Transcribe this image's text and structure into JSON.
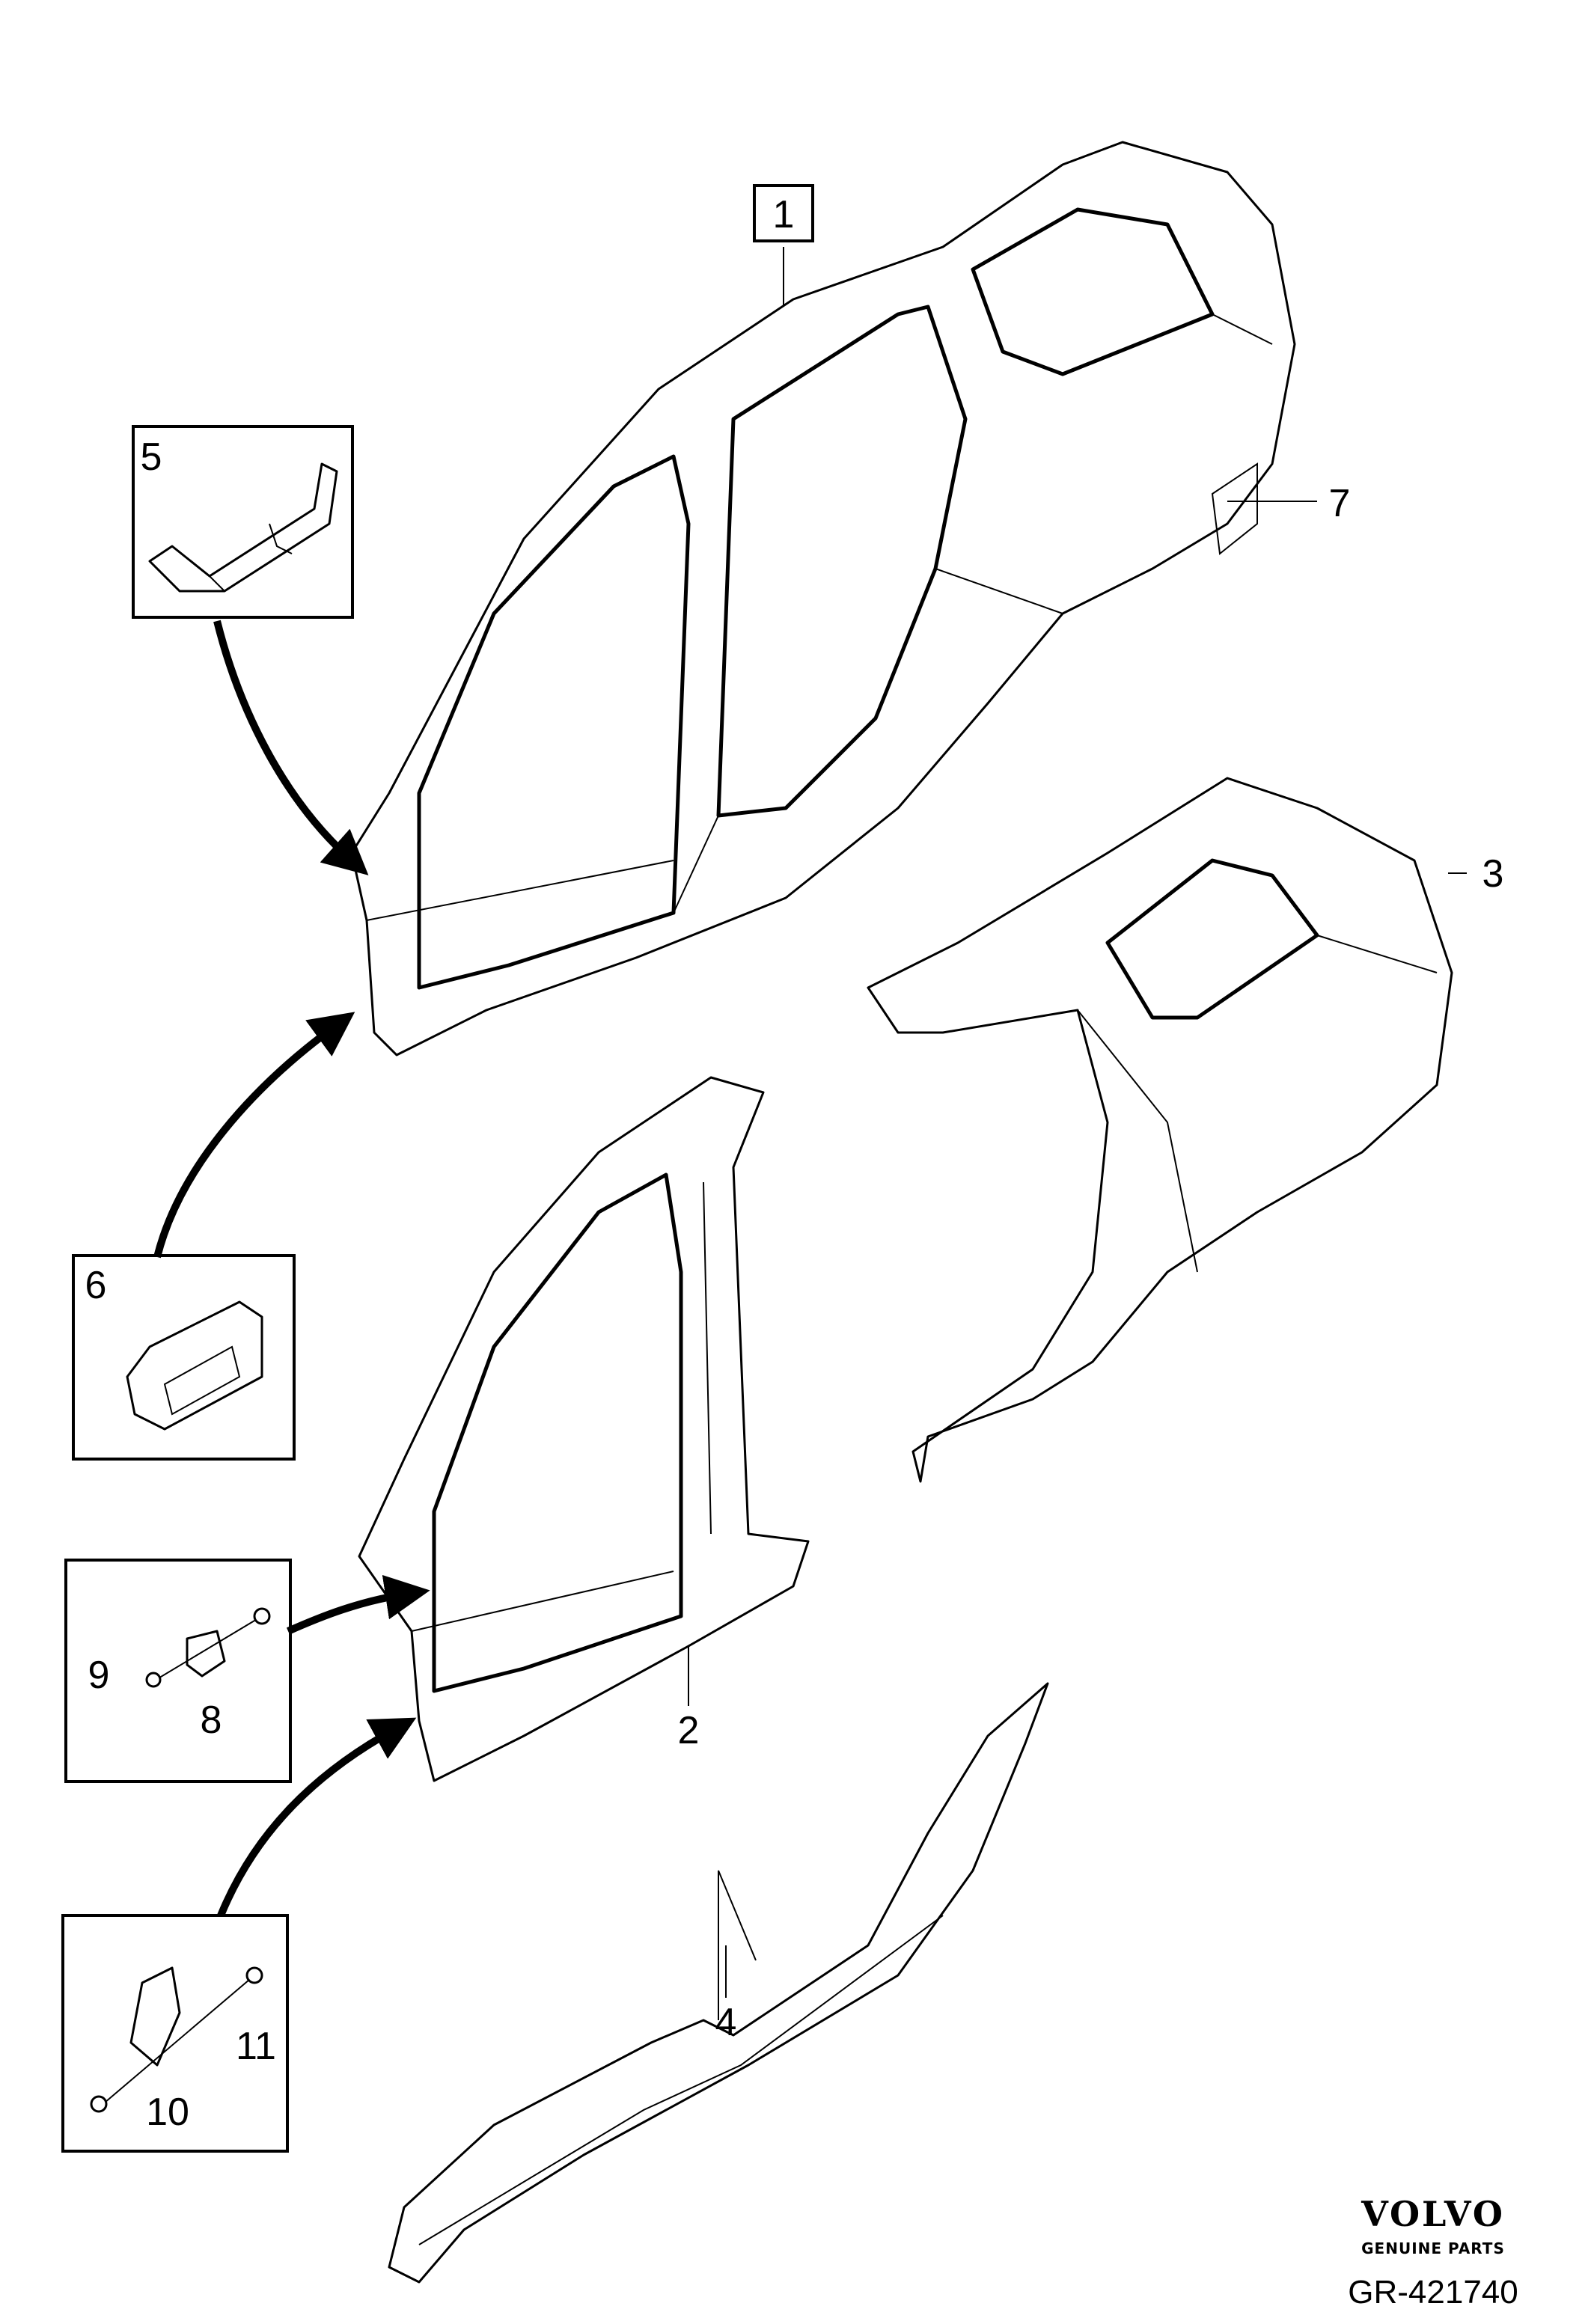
{
  "diagram": {
    "callouts": {
      "c1": "1",
      "c2": "2",
      "c3": "3",
      "c4": "4",
      "c5": "5",
      "c6": "6",
      "c7": "7",
      "c8": "8",
      "c9": "9",
      "c10": "10",
      "c11": "11"
    },
    "brand": {
      "name": "VOLVO",
      "tagline": "GENUINE PARTS"
    },
    "reference": "GR-421740"
  }
}
